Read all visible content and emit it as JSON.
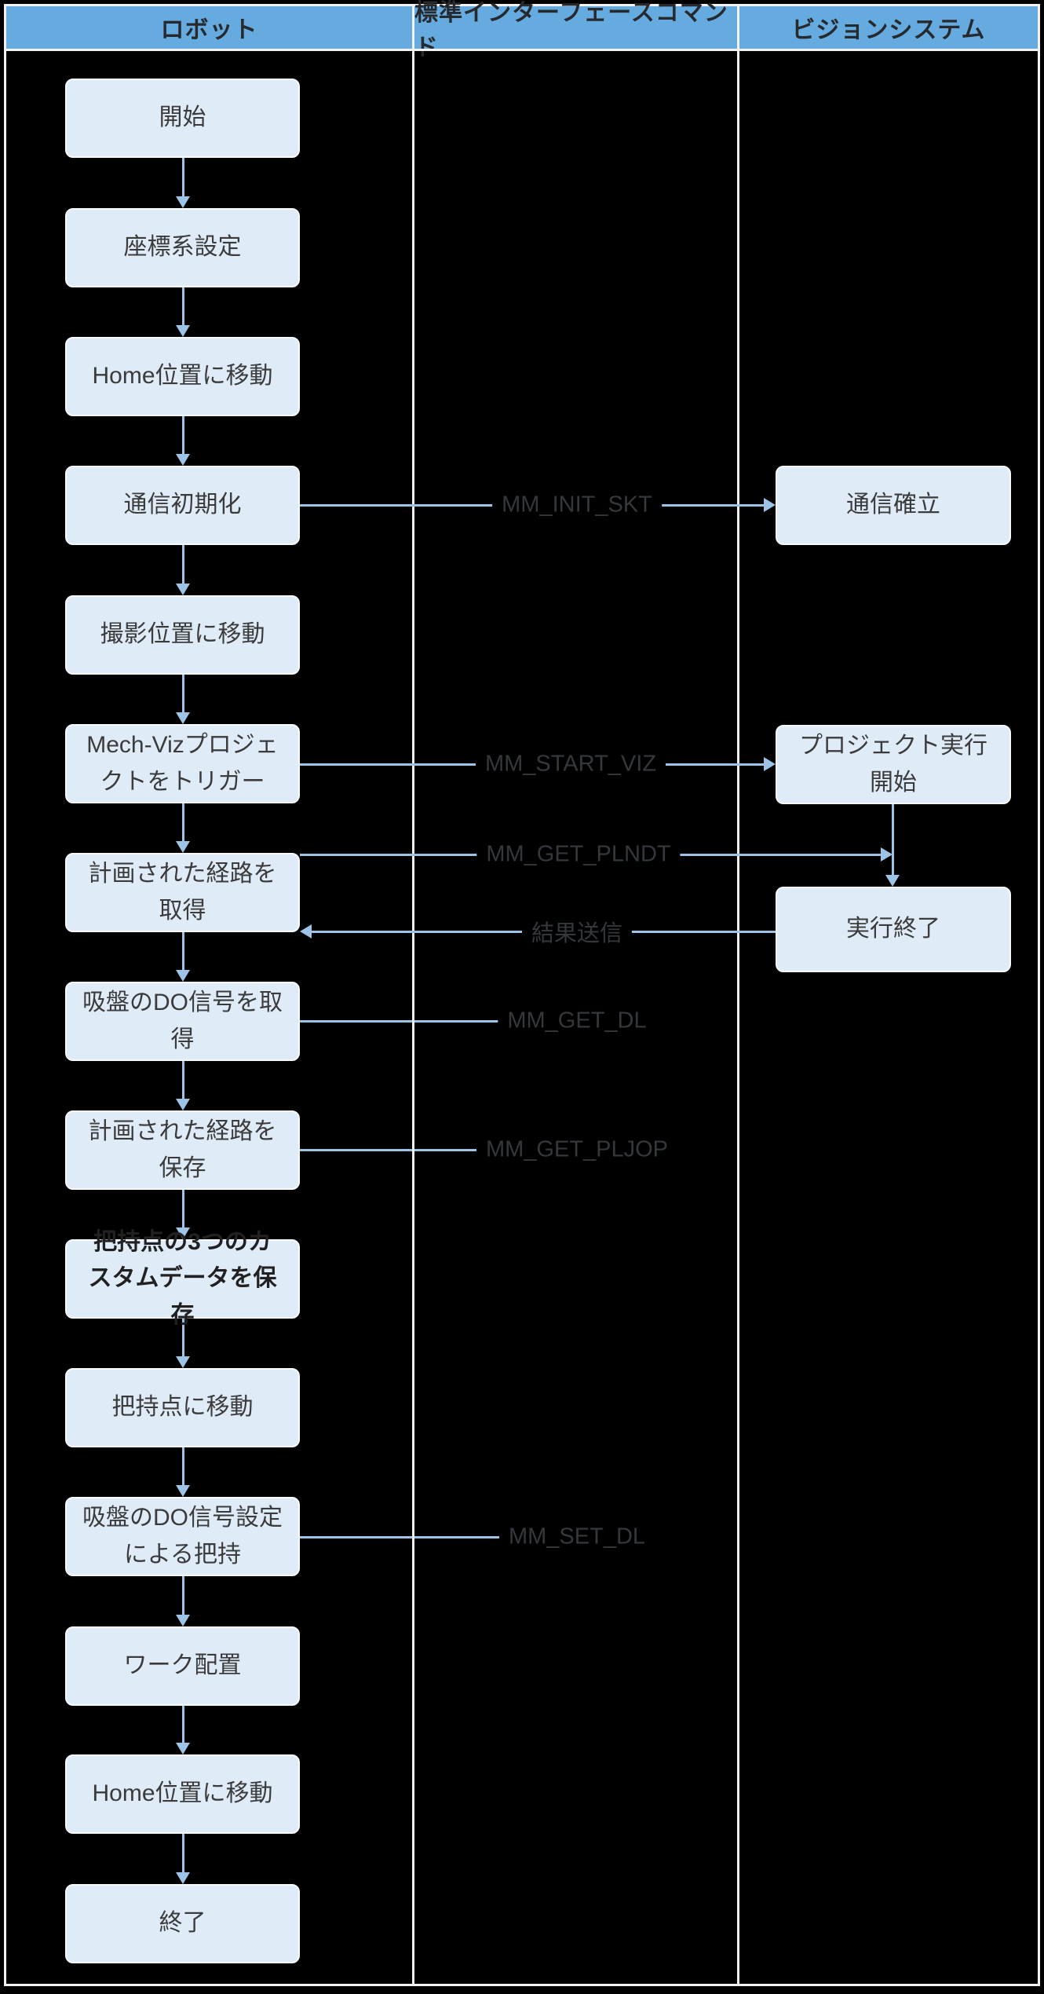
{
  "diagram": {
    "title_columns": [
      {
        "label": "ロボット"
      },
      {
        "label": "標準インターフェースコマンド"
      },
      {
        "label": "ビジョンシステム"
      }
    ],
    "robot_steps": [
      {
        "label": "開始"
      },
      {
        "label": "座標系設定"
      },
      {
        "label": "Home位置に移動"
      },
      {
        "label": "通信初期化"
      },
      {
        "label": "撮影位置に移動"
      },
      {
        "label": "Mech-Vizプロジェクトをトリガー"
      },
      {
        "label": "計画された経路を取得"
      },
      {
        "label": "吸盤のDO信号を取得"
      },
      {
        "label": "計画された経路を保存"
      },
      {
        "label": "把持点の3つのカスタムデータを保存",
        "emphasis": "bold"
      },
      {
        "label": "把持点に移動"
      },
      {
        "label": "吸盤のDO信号設定による把持"
      },
      {
        "label": "ワーク配置"
      },
      {
        "label": "Home位置に移動"
      },
      {
        "label": "終了"
      }
    ],
    "vision_steps": [
      {
        "label": "通信確立"
      },
      {
        "label": "プロジェクト実行開始"
      },
      {
        "label": "実行終了"
      }
    ],
    "commands": [
      {
        "label": "MM_INIT_SKT"
      },
      {
        "label": "MM_START_VIZ"
      },
      {
        "label": "MM_GET_PLNDT"
      },
      {
        "label": "結果送信"
      },
      {
        "label": "MM_GET_DL"
      },
      {
        "label": "MM_GET_PLJOP"
      },
      {
        "label": "MM_SET_DL"
      }
    ],
    "colors": {
      "background": "#000000",
      "grid_line": "#F2F2F2",
      "header_bg": "#65ABDF",
      "node_bg": "#DFECF8",
      "arrow": "#9DC3E6",
      "node_text": "#3B3B3B",
      "command_text": "#34383C"
    }
  }
}
